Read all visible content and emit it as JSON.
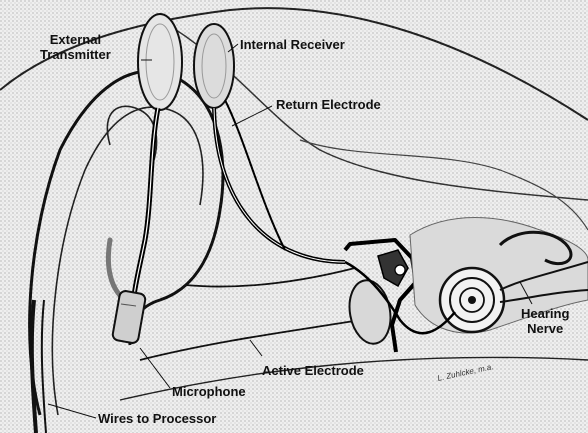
{
  "diagram": {
    "labels": {
      "external_transmitter_line1": "External",
      "external_transmitter_line2": "Transmitter",
      "internal_receiver": "Internal Receiver",
      "return_electrode": "Return Electrode",
      "hearing_nerve_line1": "Hearing",
      "hearing_nerve_line2": "Nerve",
      "active_electrode": "Active Electrode",
      "microphone": "Microphone",
      "wires_to_processor": "Wires to Processor",
      "artist_signature": "L. Zuhlcke, m.a."
    },
    "colors": {
      "background": "#efefef",
      "ink": "#111111",
      "shade": "#b8b8b8"
    }
  }
}
